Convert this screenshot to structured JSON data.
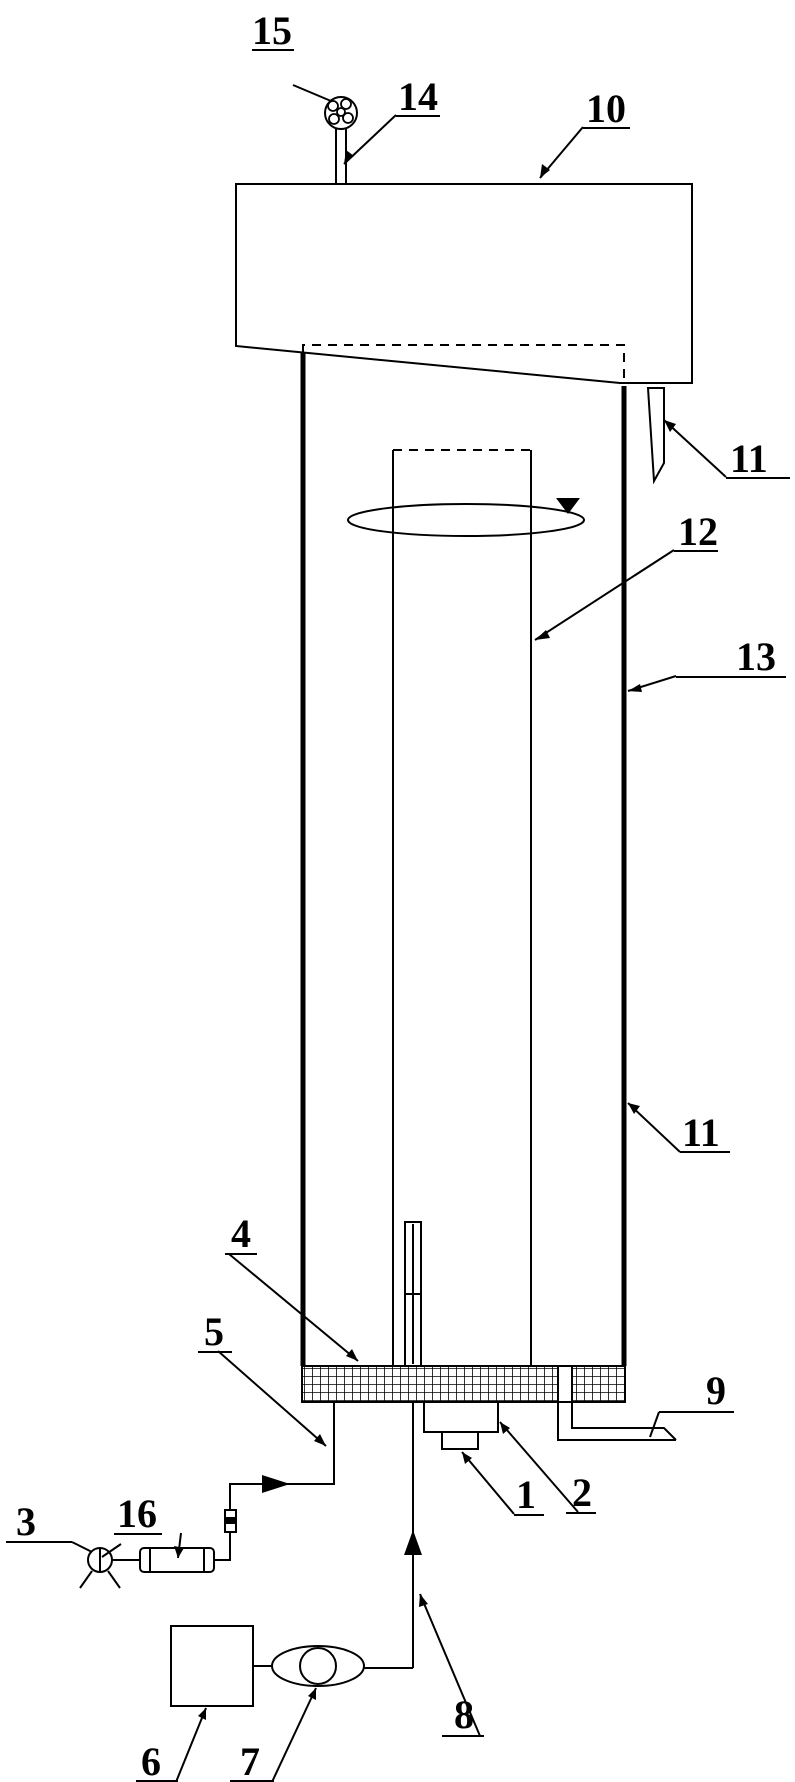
{
  "labels": {
    "l1": "1",
    "l2": "2",
    "l3": "3",
    "l4": "4",
    "l5": "5",
    "l6": "6",
    "l7": "7",
    "l8": "8",
    "l9": "9",
    "l10": "10",
    "l11_top": "11",
    "l11_bottom": "11",
    "l12": "12",
    "l13": "13",
    "l14": "14",
    "l15": "15",
    "l16": "16"
  }
}
